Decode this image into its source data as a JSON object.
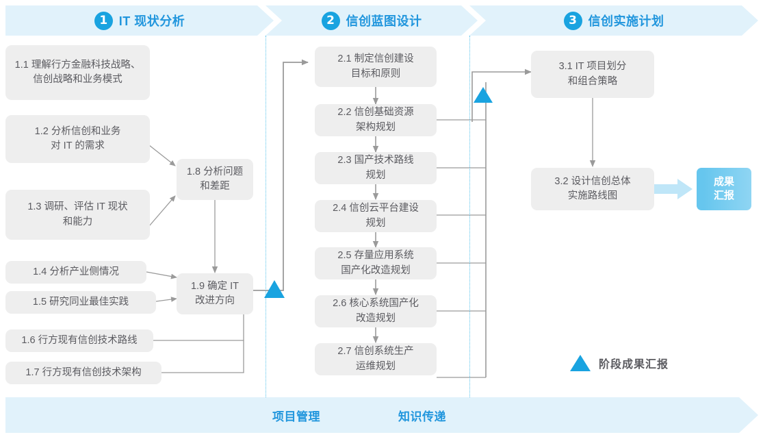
{
  "phases": [
    {
      "number": "1",
      "title": "IT 现状分析"
    },
    {
      "number": "2",
      "title": "信创蓝图设计"
    },
    {
      "number": "3",
      "title": "信创实施计划"
    }
  ],
  "phase1_inputs": [
    {
      "id": "1.1",
      "text": "1.1 理解行方金融科技战略、\n信创战略和业务模式"
    },
    {
      "id": "1.2",
      "text": "1.2 分析信创和业务\n对 IT 的需求"
    },
    {
      "id": "1.3",
      "text": "1.3 调研、评估 IT 现状\n和能力"
    },
    {
      "id": "1.4",
      "text": "1.4 分析产业侧情况"
    },
    {
      "id": "1.5",
      "text": "1.5 研究同业最佳实践"
    },
    {
      "id": "1.6",
      "text": "1.6 行方现有信创技术路线"
    },
    {
      "id": "1.7",
      "text": "1.7 行方现有信创技术架构"
    }
  ],
  "phase1_outputs": [
    {
      "id": "1.8",
      "text": "1.8 分析问题\n和差距"
    },
    {
      "id": "1.9",
      "text": "1.9 确定 IT\n改进方向"
    }
  ],
  "phase2_steps": [
    {
      "id": "2.1",
      "text": "2.1 制定信创建设\n目标和原则"
    },
    {
      "id": "2.2",
      "text": "2.2 信创基础资源\n架构规划"
    },
    {
      "id": "2.3",
      "text": "2.3 国产技术路线\n规划"
    },
    {
      "id": "2.4",
      "text": "2.4 信创云平台建设\n规划"
    },
    {
      "id": "2.5",
      "text": "2.5 存量应用系统\n国产化改造规划"
    },
    {
      "id": "2.6",
      "text": "2.6 核心系统国产化\n改造规划"
    },
    {
      "id": "2.7",
      "text": "2.7 信创系统生产\n运维规划"
    }
  ],
  "phase3_steps": [
    {
      "id": "3.1",
      "text": "3.1 IT 项目划分\n和组合策略"
    },
    {
      "id": "3.2",
      "text": "3.2 设计信创总体\n实施路线图"
    }
  ],
  "result": {
    "label": "成果\n汇报"
  },
  "legend": {
    "label": "阶段成果汇报"
  },
  "bottom": {
    "items": [
      {
        "label": "项目管理"
      },
      {
        "label": "知识传递"
      }
    ]
  },
  "colors": {
    "accent": "#19a3e0",
    "title_blue": "#2196dd",
    "band_fill": "#e1f2fb",
    "box_fill": "#eeeeee",
    "box_text": "#5b5b60",
    "connector": "#9a9a9a",
    "separator": "#56c3ec",
    "chip_light": "#8fd5f3",
    "chip_dark": "#66c6ee"
  }
}
